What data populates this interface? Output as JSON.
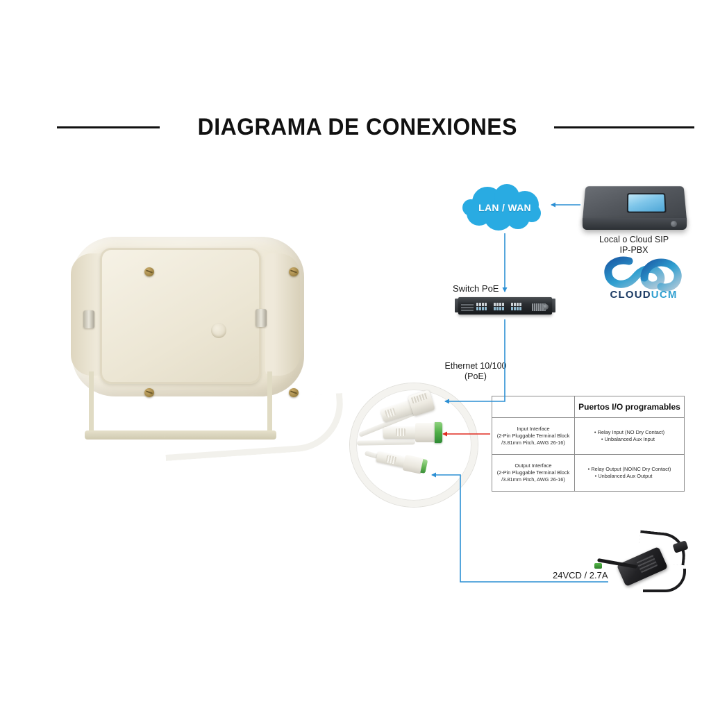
{
  "title": "DIAGRAMA DE CONEXIONES",
  "network": {
    "cloud_label": "LAN / WAN",
    "cloud_color": "#29abe2",
    "pbx_label_line1": "Local o Cloud SIP",
    "pbx_label_line2": "IP-PBX",
    "logo_text_a": "CLOUD",
    "logo_text_b": "UCM",
    "switch_label": "Switch PoE"
  },
  "cable": {
    "ethernet_label_line1": "Ethernet 10/100",
    "ethernet_label_line2": "(PoE)",
    "power_label": "24VCD / 2.7A",
    "arrow_blue": "#2b8fd4",
    "arrow_red": "#e02b20"
  },
  "io_table": {
    "header_blank": "",
    "header_main": "Puertos I/O programables",
    "rows": [
      {
        "interface_line1": "Input Interface",
        "interface_line2": "(2-Pin Pluggable Terminal Block",
        "interface_line3": "/3.81mm Pitch, AWG 26-16)",
        "bullet1": "Relay Input (NO Dry Contact)",
        "bullet2": "Unbalanced Aux Input"
      },
      {
        "interface_line1": "Output Interface",
        "interface_line2": "(2-Pin Pluggable Terminal Block",
        "interface_line3": "/3.81mm Pitch, AWG 26-16)",
        "bullet1": "Relay Output (NO/NC Dry Contact)",
        "bullet2": "Unbalanced Aux Output"
      }
    ]
  },
  "icons": {
    "cloud": "cloud-icon",
    "pbx": "ip-pbx-device-icon",
    "switch": "poe-switch-icon",
    "speaker": "horn-speaker-icon",
    "adapter": "power-adapter-icon",
    "rj45": "rj45-connector-icon",
    "terminal": "terminal-block-connector-icon",
    "power_connector": "dc-power-connector-icon"
  }
}
